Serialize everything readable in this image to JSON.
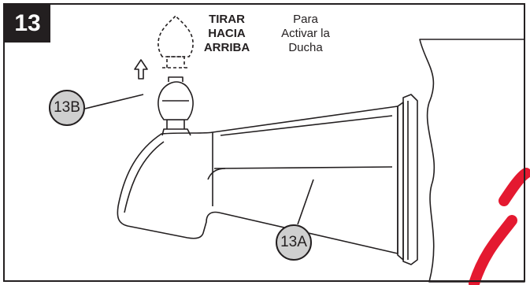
{
  "step": {
    "number": "13"
  },
  "instruction": {
    "main_lines": [
      "TIRAR",
      "HACIA",
      "ARRIBA"
    ],
    "sub_lines": [
      "Para",
      "Activar la",
      "Ducha"
    ]
  },
  "callouts": {
    "spout": "13A",
    "knob": "13B"
  },
  "colors": {
    "ink": "#231f20",
    "callout_fill": "#cfcfcf",
    "watermark": "#e1001a"
  },
  "icons": {
    "arrow": "up-arrow-icon",
    "knob": "diverter-knob-icon"
  }
}
